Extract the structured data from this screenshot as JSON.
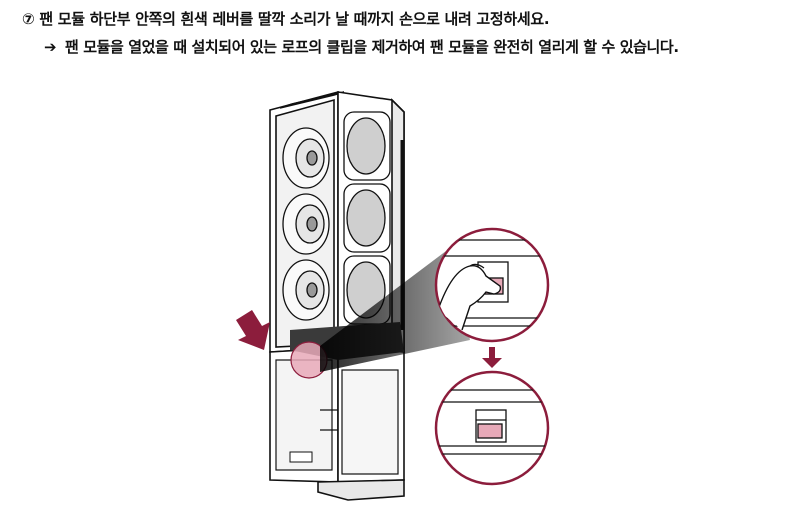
{
  "instructions": {
    "step_marker": "⑦",
    "step_text": "팬 모듈 하단부 안쪽의 흰색 레버를 딸깍 소리가 날 때까지 손으로 내려 고정하세요.",
    "note_arrow": "➔",
    "note_text": "팬 모듈을 열었을 때 설치되어 있는 로프의 클립을 제거하여 팬 모듈을 완전히 열리게 할 수 있습니다."
  },
  "illustration": {
    "accent_color": "#8c1d3c",
    "highlight_pink": "#e7a9b8",
    "icons": [
      "appliance-unit",
      "pointer-arrow",
      "zoom-circle-hand-lever",
      "down-arrow",
      "zoom-circle-lever-locked"
    ]
  }
}
